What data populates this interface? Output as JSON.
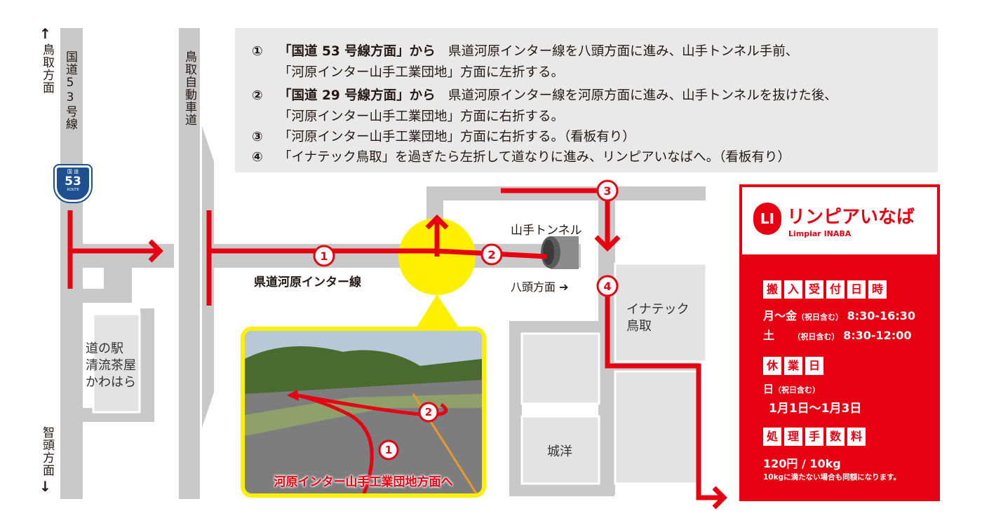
{
  "left_road": {
    "north_arrow": "↑",
    "north_label": "鳥取方面",
    "route_label": "国道53号線",
    "south_label": "智頭方面",
    "south_arrow": "↓",
    "shield_top": "国 道",
    "shield_number": "53",
    "shield_bottom": "ROUTE"
  },
  "expressway_label": "鳥取自動車道",
  "places": {
    "michinoeki": [
      "道の駅",
      "清流茶屋",
      "かわはら"
    ],
    "tunnel": "山手トンネル",
    "hatto_dir": "八頭方面 ➔",
    "road_label": "県道河原インター線",
    "inatec": [
      "イナテック",
      "鳥取"
    ],
    "joyo": "城洋"
  },
  "markers": [
    "1",
    "2",
    "3",
    "4"
  ],
  "instructions": [
    {
      "num": "①",
      "bold": "「国道 53 号線方面」から",
      "text": "　県道河原インター線を八頭方面に進み、山手トンネル手前、"
    },
    {
      "num": "",
      "bold": "",
      "text": "「河原インター山手工業団地」方面に左折する。"
    },
    {
      "num": "②",
      "bold": "「国道 29 号線方面」から",
      "text": "　県道河原インター線を河原方面に進み、山手トンネルを抜けた後、"
    },
    {
      "num": "",
      "bold": "",
      "text": "「河原インター山手工業団地」方面に右折する。"
    },
    {
      "num": "③",
      "bold": "",
      "text": "「河原インター山手工業団地」方面に右折する。（看板有り）"
    },
    {
      "num": "④",
      "bold": "",
      "text": "「イナテック鳥取」を過ぎたら左折して道なりに進み、リンピアいなばへ。（看板有り）"
    }
  ],
  "photo": {
    "caption": "河原インター山手工業団地方面へ",
    "markers": [
      "1",
      "2"
    ]
  },
  "info_panel": {
    "logo_mark": "LI",
    "logo_name": "リンピアいなば",
    "logo_sub": "Limpiar INABA",
    "hours_tags": [
      "搬",
      "入",
      "受",
      "付",
      "日",
      "時"
    ],
    "weekday_label": "月～金",
    "weekday_note": "（祝日含む）",
    "weekday_time": "8:30-16:30",
    "sat_label": "土",
    "sat_note": "（祝日含む）",
    "sat_time": "8:30-12:00",
    "holiday_tags": [
      "休",
      "業",
      "日"
    ],
    "holiday_day": "日",
    "holiday_note": "（祝日含む）",
    "holiday_dates": "1月1日～1月3日",
    "fee_tags": [
      "処",
      "理",
      "手",
      "数",
      "料"
    ],
    "fee": "120円 / 10kg",
    "fee_note": "10kgに満たない場合も同額になります。"
  },
  "colors": {
    "route_red": "#e60012",
    "road_gray": "#c9c9c9",
    "highlight_yellow": "#fff000",
    "panel_gray": "#e9e9e9"
  }
}
